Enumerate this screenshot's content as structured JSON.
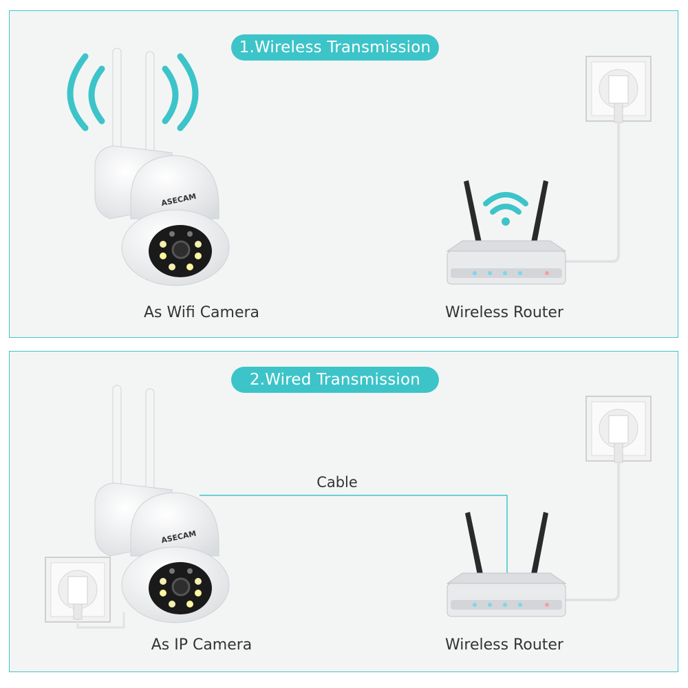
{
  "panel1": {
    "title": "1.Wireless Transmission",
    "camera_caption": "As Wifi Camera",
    "router_caption": "Wireless Router",
    "camera_brand": "ASECAM"
  },
  "panel2": {
    "title": "2.Wired Transmission",
    "cable_label": "Cable",
    "camera_caption": "As IP Camera",
    "router_caption": "Wireless Router",
    "camera_brand": "ASECAM"
  },
  "colors": {
    "accent": "#3cc4c9",
    "panel_bg": "#f3f5f5",
    "caption_text": "#333333"
  }
}
